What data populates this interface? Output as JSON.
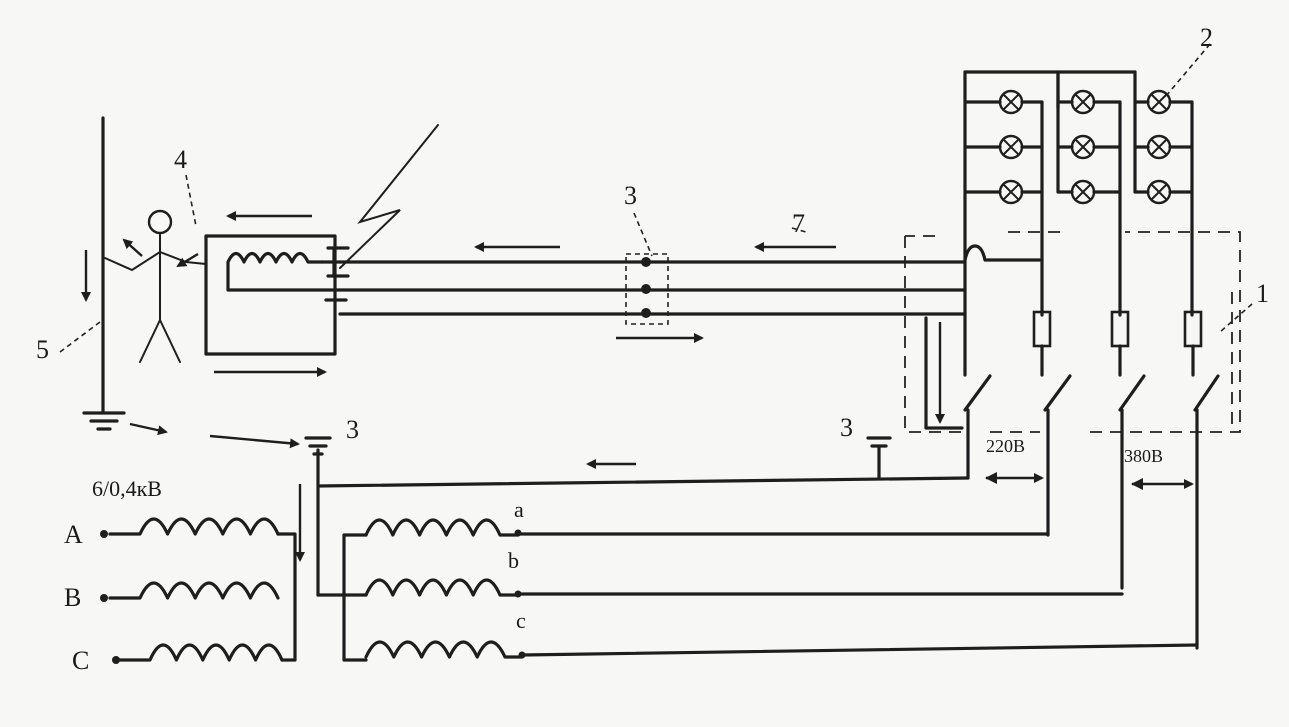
{
  "labels": {
    "transformer_rating": "6/0,4кВ",
    "primary_A": "A",
    "primary_B": "B",
    "primary_C": "C",
    "secondary_a": "a",
    "secondary_b": "b",
    "secondary_c": "c",
    "voltage_220": "220В",
    "voltage_380": "380В",
    "ref_1": "1",
    "ref_2": "2",
    "ref_3_top": "3",
    "ref_3_left": "3",
    "ref_3_mid": "3",
    "ref_4": "4",
    "ref_5": "5",
    "ref_7": "7"
  },
  "colors": {
    "ink": "#1e1e1e",
    "paper": "#f7f7f5"
  }
}
